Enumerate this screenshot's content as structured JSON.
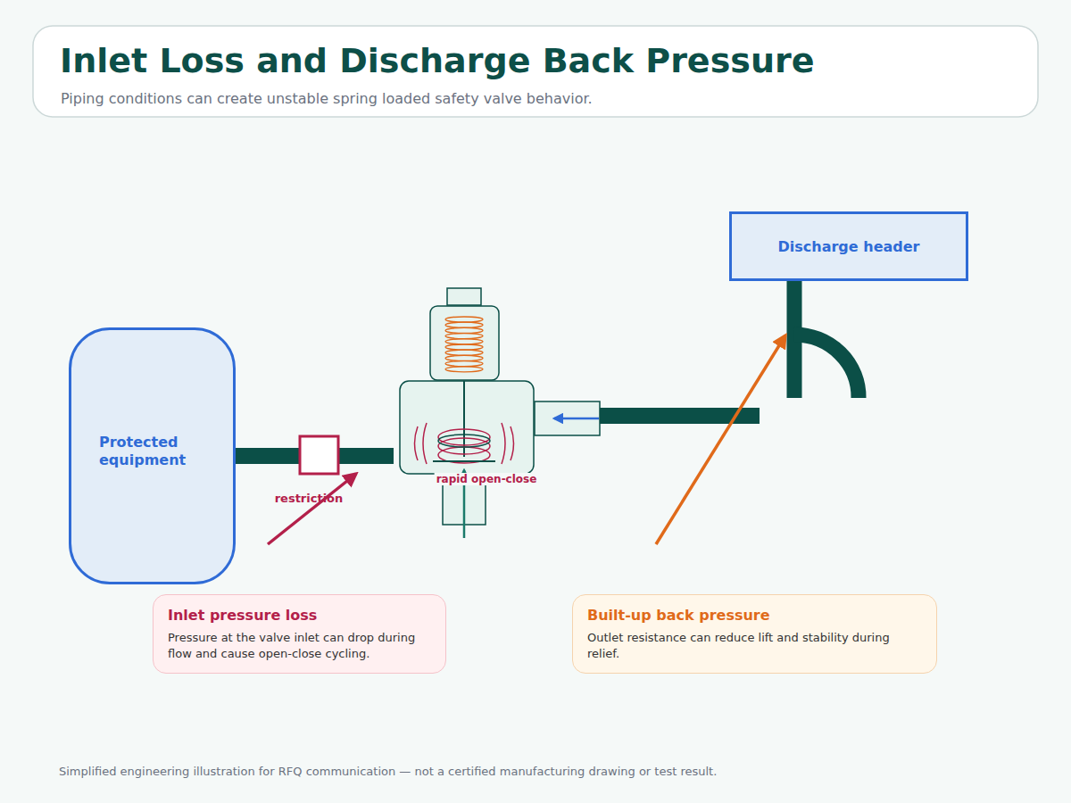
{
  "diagram": {
    "title": "Inlet Loss and Discharge Back Pressure",
    "caption": "Piping conditions can create unstable spring loaded safety valve behavior.",
    "nodes": [
      {
        "text": [
          "Protected equipment"
        ]
      },
      {
        "text": [
          "Discharge header"
        ]
      },
      {
        "text": [
          "Inlet pressure loss",
          "Pressure at the valve inlet can drop during flow and cause open-close cycling."
        ]
      },
      {
        "text": [
          "Built-up back pressure",
          "Outlet resistance can reduce lift and stability during relief."
        ]
      }
    ],
    "labels": [
      "restriction",
      "rapid open-close",
      "Simplified engineering illustration for RFQ communication — not a certified manufacturing drawing or test result."
    ]
  }
}
